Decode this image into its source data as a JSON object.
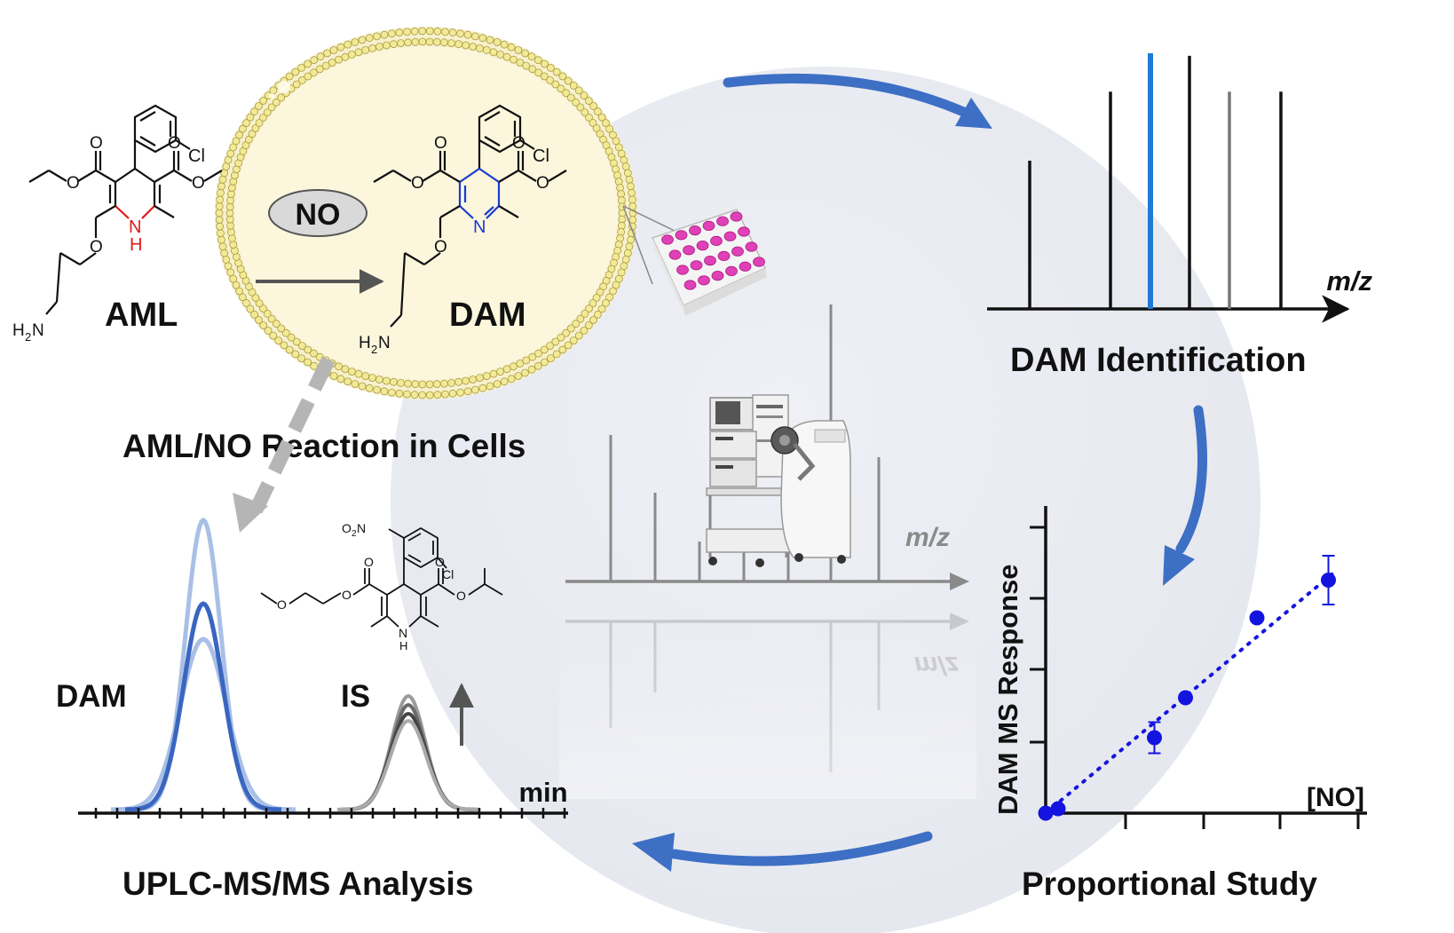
{
  "colors": {
    "blue_arrow": "#3d6fc4",
    "data_blue": "#1414e0",
    "highlight_line": "#1f7bd6",
    "red_bond": "#e01818",
    "blue_bond": "#1a3ccf",
    "cell_fill": "#f8f1cf",
    "membrane_head": "#f3ea98",
    "well_pink": "#e040b8",
    "dam_peak_dark": "#3a66c0",
    "dam_peak_light": "#a9c0e6",
    "is_peak_gray": "#707070"
  },
  "reaction": {
    "reactant_label": "AML",
    "product_label": "DAM",
    "reagent": "NO",
    "caption": "AML/NO Reaction in Cells",
    "atoms": {
      "cl": "Cl",
      "o": "O",
      "n": "N",
      "nh": "H",
      "h2n_h": "H",
      "h2n_sub": "2",
      "h2n_n": "N"
    }
  },
  "icons": [
    "cell-membrane-icon",
    "well-plate-icon",
    "uplc-ms-instrument-icon"
  ],
  "identification": {
    "axis_label": "m/z",
    "caption": "DAM Identification",
    "peak_heights_relative": [
      0.58,
      0.85,
      1.0,
      0.99,
      0.85,
      0.85
    ],
    "highlighted_peak_index": 2
  },
  "center_spectrum": {
    "axis_label": "m/z"
  },
  "proportional": {
    "caption": "Proportional Study",
    "ylabel": "DAM MS Response",
    "xlabel": "[NO]",
    "points": [
      {
        "x": 0.0,
        "y": 0.0,
        "err": 0.0
      },
      {
        "x": 0.04,
        "y": 0.02,
        "err": 0.0
      },
      {
        "x": 0.35,
        "y": 0.34,
        "err": 0.07
      },
      {
        "x": 0.45,
        "y": 0.52,
        "err": 0.0
      },
      {
        "x": 0.68,
        "y": 0.88,
        "err": 0.0
      },
      {
        "x": 0.91,
        "y": 1.05,
        "err": 0.11
      }
    ]
  },
  "uplc": {
    "caption": "UPLC-MS/MS Analysis",
    "peak1_label": "DAM",
    "peak2_label": "IS",
    "axis_label": "min",
    "is_atoms": {
      "o2n": "O",
      "o2n_sub": "2",
      "o2n_n": "N",
      "cl": "Cl",
      "o": "O",
      "n": "N",
      "h": "H"
    }
  }
}
